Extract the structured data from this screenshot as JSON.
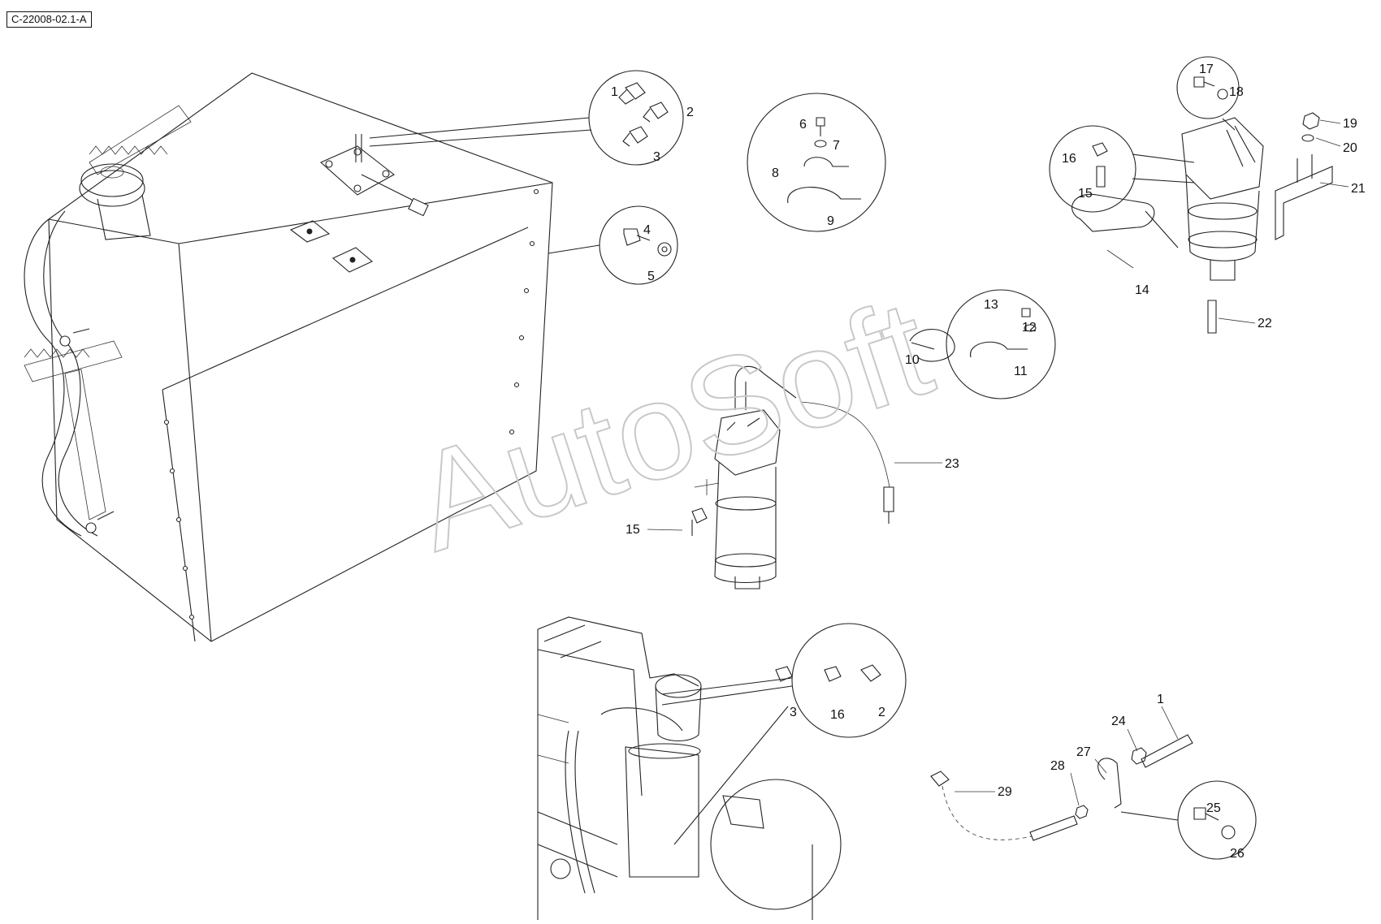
{
  "reference_code": "C-22008-02.1-A",
  "watermark": "AutoSoft",
  "callouts": {
    "c1a": "1",
    "c2a": "2",
    "c3a": "3",
    "c4": "4",
    "c5": "5",
    "c6": "6",
    "c7": "7",
    "c8": "8",
    "c9": "9",
    "c10": "10",
    "c11": "11",
    "c12": "12",
    "c13": "13",
    "c14": "14",
    "c15a": "15",
    "c15b": "15",
    "c16a": "16",
    "c16b": "16",
    "c17": "17",
    "c18": "18",
    "c19": "19",
    "c20": "20",
    "c21": "21",
    "c22": "22",
    "c23": "23",
    "c24": "24",
    "c25": "25",
    "c26": "26",
    "c27": "27",
    "c28": "28",
    "c29": "29",
    "c3b": "3",
    "c2b": "2",
    "c1b": "1"
  },
  "icons": {
    "fuel_tank": "fuel-tank-icon",
    "fuel_filter": "fuel-filter-icon",
    "engine": "engine-icon"
  },
  "colors": {
    "line": "#222222",
    "watermark": "#c8c8c8",
    "background": "#ffffff"
  }
}
